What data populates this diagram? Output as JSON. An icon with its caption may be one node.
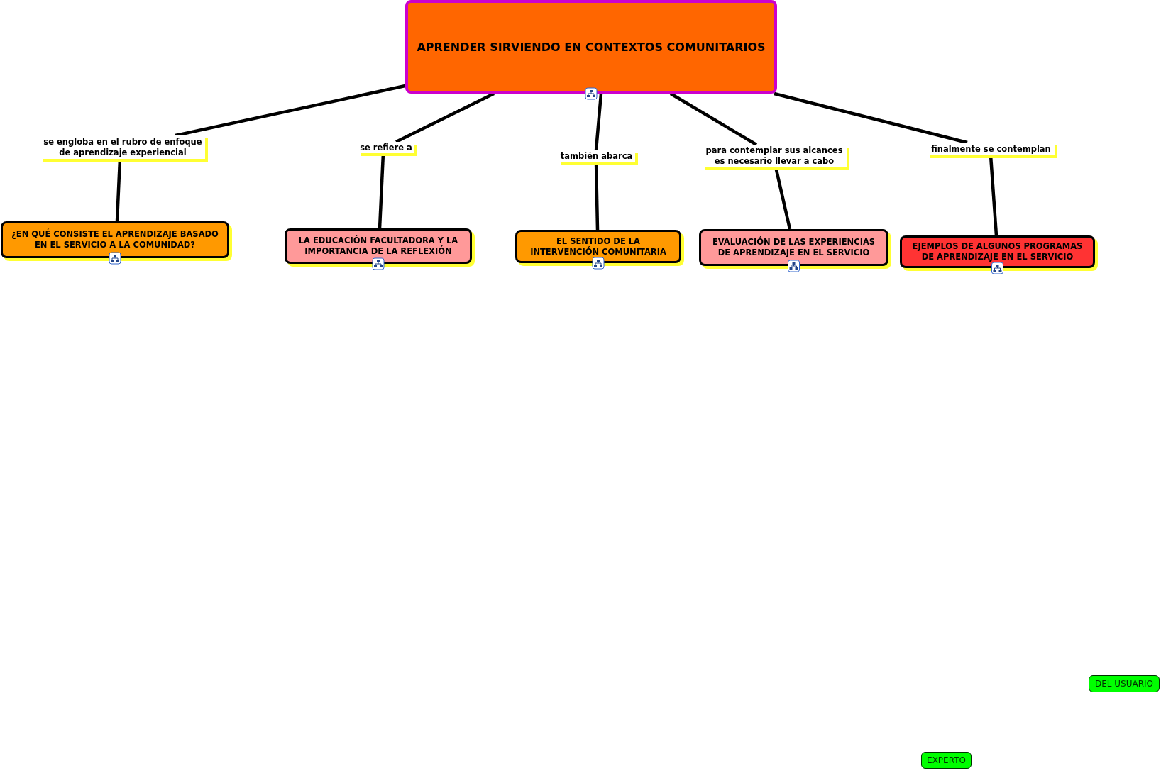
{
  "diagram": {
    "nodes": [
      {
        "text": [
          "APRENDER SIRVIENDO EN CONTEXTOS COMUNITARIOS"
        ]
      },
      {
        "text": [
          "se engloba en el rubro de enfoque de aprendizaje experiencial"
        ]
      },
      {
        "text": [
          "se refiere a"
        ]
      },
      {
        "text": [
          "también abarca"
        ]
      },
      {
        "text": [
          "para contemplar sus alcances es necesario llevar a cabo"
        ]
      },
      {
        "text": [
          "finalmente se contemplan"
        ]
      },
      {
        "text": [
          "¿EN QUÉ CONSISTE EL APRENDIZAJE BASADO EN EL SERVICIO A LA COMUNIDAD?"
        ]
      },
      {
        "text": [
          "LA EDUCACIÓN FACULTADORA Y LA IMPORTANCIA DE LA REFLEXIÓN"
        ]
      },
      {
        "text": [
          "EL SENTIDO DE LA INTERVENCIÓN COMUNITARIA"
        ]
      },
      {
        "text": [
          "EVALUACIÓN DE LAS EXPERIENCIAS DE APRENDIZAJE EN EL SERVICIO"
        ]
      },
      {
        "text": [
          "EJEMPLOS DE ALGUNOS PROGRAMAS DE APRENDIZAJE EN EL SERVICIO"
        ]
      },
      {
        "text": [
          "DEL USUARIO"
        ]
      },
      {
        "text": [
          "EXPERTO"
        ]
      }
    ],
    "edges": [
      {
        "from": 0,
        "to": 1,
        "arrow": "none"
      },
      {
        "from": 1,
        "to": 6,
        "arrow": "none"
      },
      {
        "from": 0,
        "to": 2,
        "arrow": "none"
      },
      {
        "from": 2,
        "to": 7,
        "arrow": "none"
      },
      {
        "from": 0,
        "to": 3,
        "arrow": "none"
      },
      {
        "from": 3,
        "to": 8,
        "arrow": "none"
      },
      {
        "from": 0,
        "to": 4,
        "arrow": "none"
      },
      {
        "from": 4,
        "to": 9,
        "arrow": "none"
      },
      {
        "from": 0,
        "to": 5,
        "arrow": "none"
      },
      {
        "from": 5,
        "to": 10,
        "arrow": "none"
      }
    ]
  }
}
